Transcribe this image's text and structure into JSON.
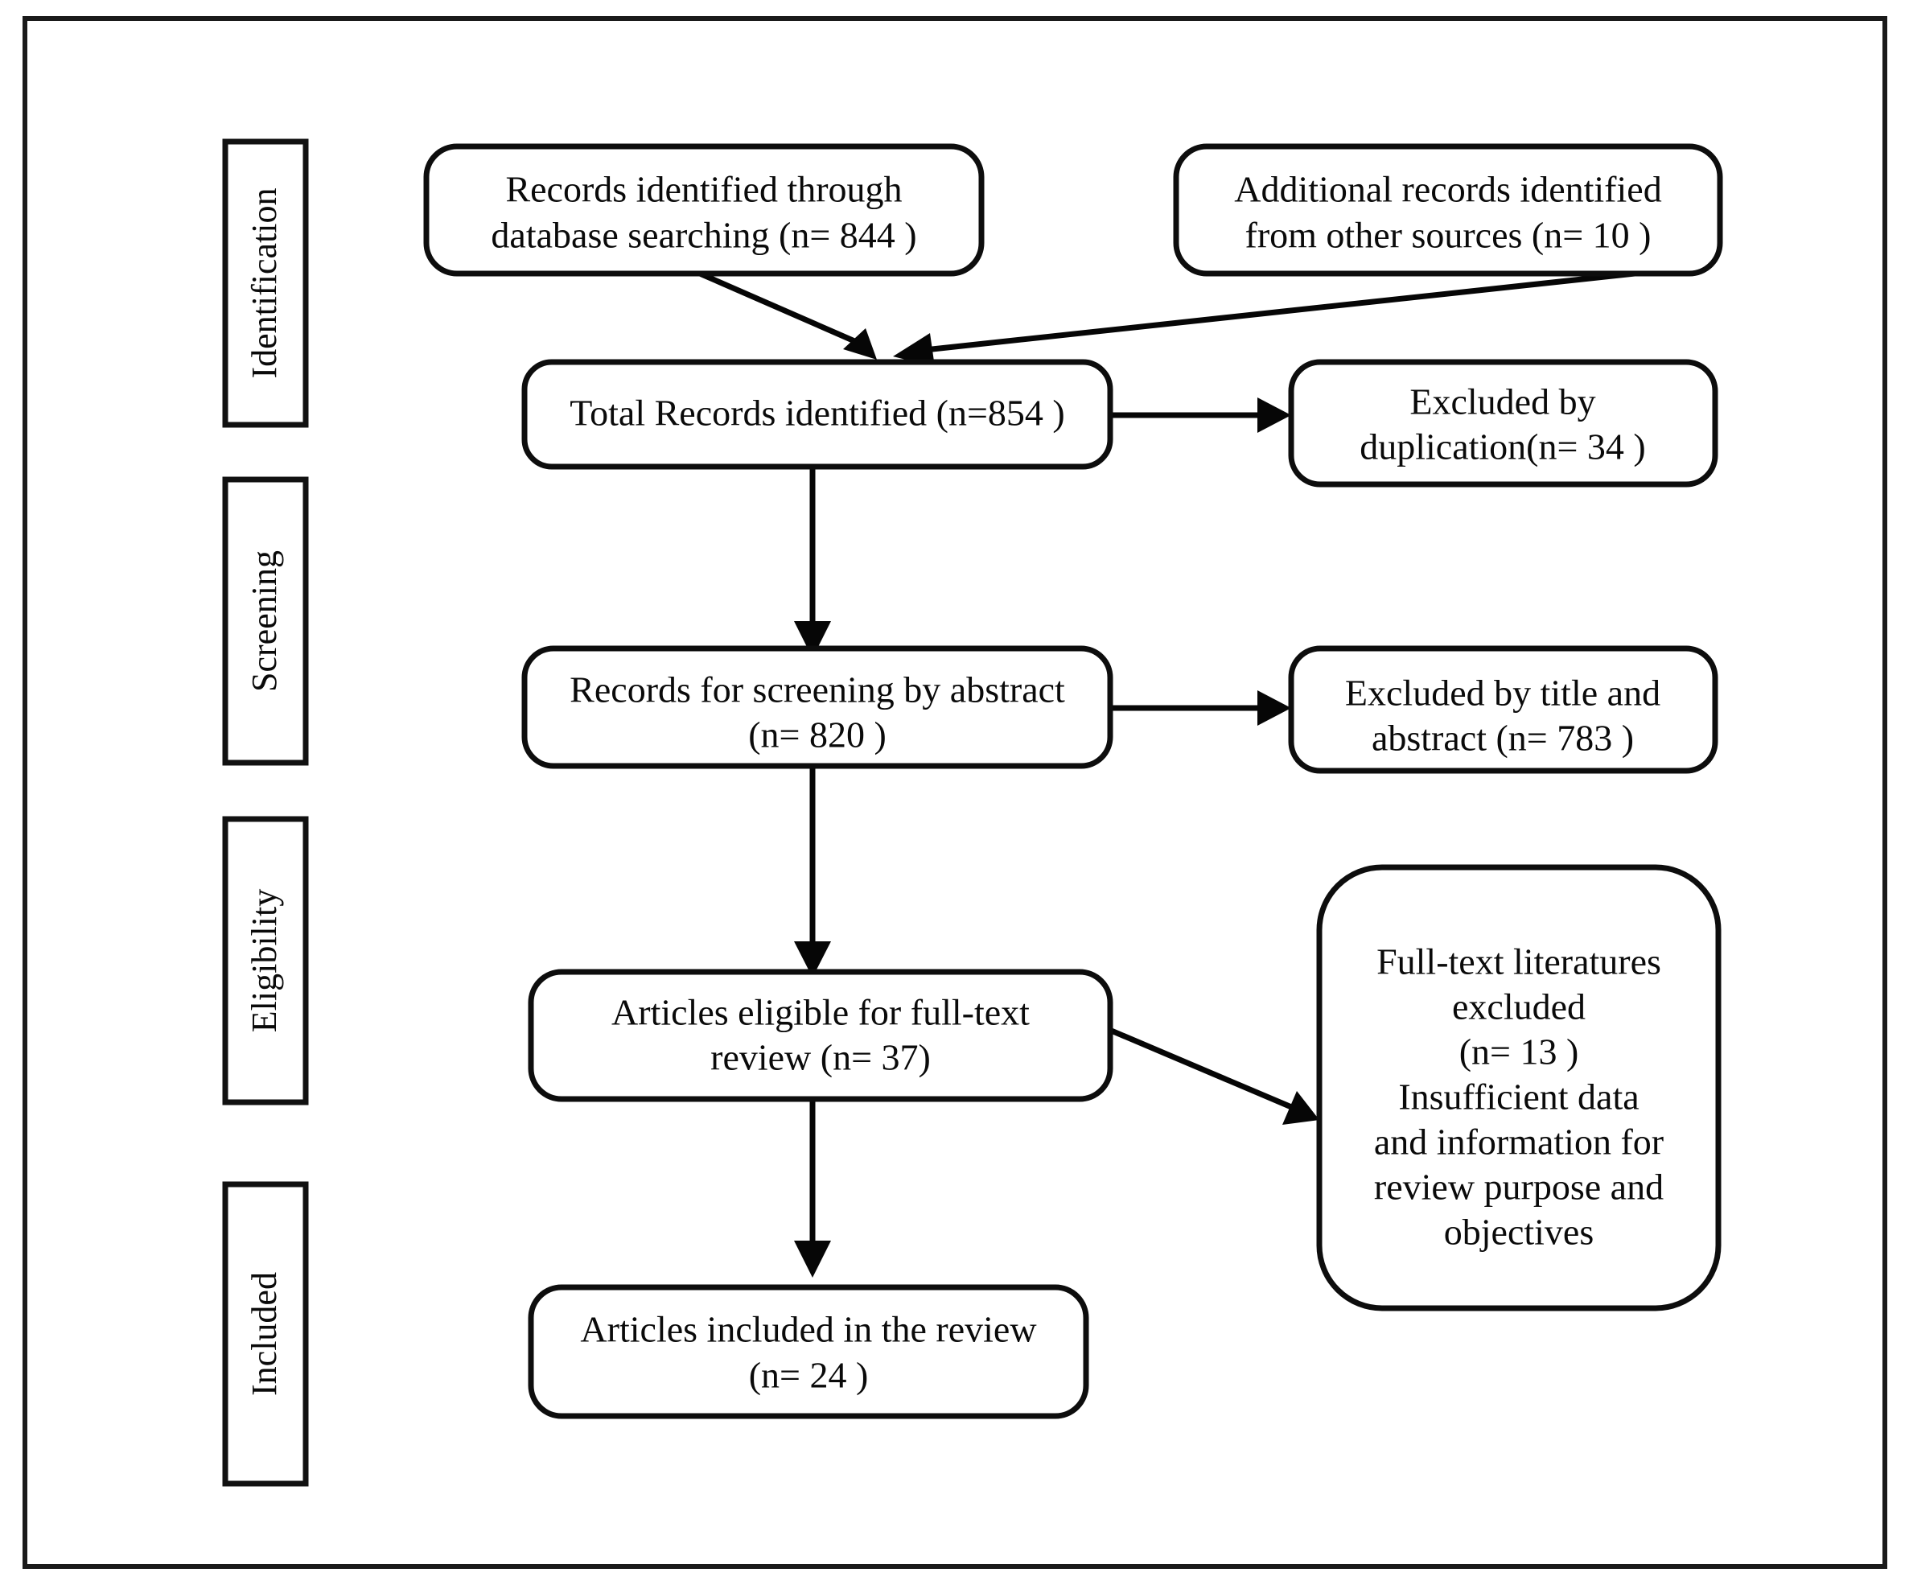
{
  "diagram": {
    "type": "prisma-flow-diagram",
    "title": "",
    "border": {
      "color": "#1a1a1a"
    },
    "stages": [
      {
        "id": "identification",
        "label": "Identification"
      },
      {
        "id": "screening",
        "label": "Screening"
      },
      {
        "id": "eligibility",
        "label": "Eligibility"
      },
      {
        "id": "included",
        "label": "Included"
      }
    ],
    "nodes": [
      {
        "id": "records-database",
        "lines": [
          "Records identified through",
          "database searching (n= 844 )"
        ],
        "count": 844
      },
      {
        "id": "records-other-sources",
        "lines": [
          "Additional records identified",
          "from other sources (n= 10  )"
        ],
        "count": 10
      },
      {
        "id": "total-records",
        "lines": [
          "Total Records identified (n=854  )"
        ],
        "count": 854
      },
      {
        "id": "excluded-duplication",
        "lines": [
          "Excluded by",
          "duplication(n= 34 )"
        ],
        "count": 34
      },
      {
        "id": "records-screening",
        "lines": [
          "Records for screening by abstract",
          "(n= 820 )"
        ],
        "count": 820
      },
      {
        "id": "excluded-title-abstract",
        "lines": [
          "Excluded by title and",
          "abstract (n= 783  )"
        ],
        "count": 783
      },
      {
        "id": "articles-eligible",
        "lines": [
          "Articles eligible for full-text",
          "review     (n=  37)"
        ],
        "count": 37
      },
      {
        "id": "fulltext-excluded",
        "lines": [
          "Full-text literatures",
          "excluded",
          "(n= 13 )",
          "Insufficient data",
          "and information for",
          "review purpose and",
          "objectives"
        ],
        "count": 13
      },
      {
        "id": "articles-included",
        "lines": [
          "Articles included in the review",
          "(n=  24 )"
        ],
        "count": 24
      }
    ]
  },
  "chart_data": {
    "type": "diagram",
    "title": "PRISMA study selection flow",
    "categories": [
      "Records identified through database searching",
      "Additional records identified from other sources",
      "Total Records identified",
      "Excluded by duplication",
      "Records for screening by abstract",
      "Excluded by title and abstract",
      "Articles eligible for full-text review",
      "Full-text literatures excluded",
      "Articles included in the review"
    ],
    "values": [
      844,
      10,
      854,
      34,
      820,
      783,
      37,
      13,
      24
    ]
  }
}
